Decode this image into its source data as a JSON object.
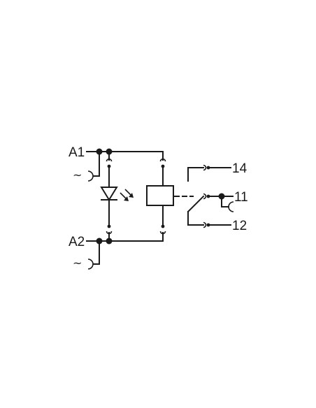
{
  "diagram": {
    "terminals": {
      "a1": "A1",
      "a2": "A2",
      "t14": "14",
      "t11": "11",
      "t12": "12"
    },
    "ac_symbol": "~",
    "colors": {
      "stroke": "#1a1a1a",
      "background": "#ffffff"
    }
  }
}
